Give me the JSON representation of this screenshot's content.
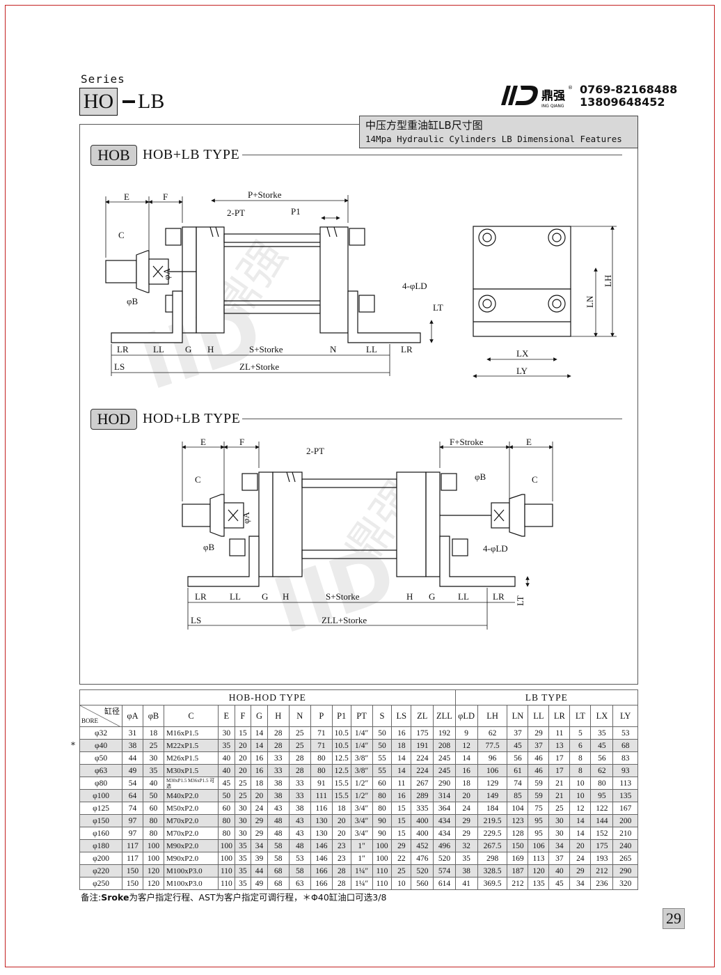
{
  "header": {
    "series_label": "Series",
    "series_box": "HO",
    "series_suffix": "LB",
    "logo_text": "鼎强",
    "logo_sub": "ING QIANG",
    "phone1": "0769-82168488",
    "phone2": "13809648452"
  },
  "title": {
    "zh": "中压方型重油缸LB尺寸图",
    "en": "14Mpa Hydraulic Cylinders LB Dimensional Features"
  },
  "hob": {
    "tag": "HOB",
    "type": "HOB+LB TYPE",
    "labels": [
      "E",
      "F",
      "P+Storke",
      "2-PT",
      "P1",
      "C",
      "φA",
      "φB",
      "4-φLD",
      "LT",
      "LR",
      "LL",
      "G",
      "H",
      "S+Storke",
      "N",
      "LL",
      "LR",
      "LS",
      "ZL+Storke",
      "LH",
      "LN",
      "LX",
      "LY"
    ]
  },
  "hod": {
    "tag": "HOD",
    "type": "HOD+LB TYPE",
    "labels": [
      "E",
      "F",
      "2-PT",
      "F+Stroke",
      "E",
      "C",
      "φA",
      "φB",
      "φB",
      "C",
      "4-φLD",
      "LR",
      "LL",
      "G",
      "H",
      "S+Storke",
      "H",
      "G",
      "LL",
      "LR",
      "LT",
      "LS",
      "ZLL+Storke"
    ]
  },
  "table": {
    "group_left": "HOB-HOD  TYPE",
    "group_right": "LB   TYPE",
    "corner_top": "缸径",
    "corner_bottom": "BORE",
    "columns": [
      "φA",
      "φB",
      "C",
      "E",
      "F",
      "G",
      "H",
      "N",
      "P",
      "P1",
      "PT",
      "S",
      "LS",
      "ZL",
      "ZLL",
      "φLD",
      "LH",
      "LN",
      "LL",
      "LR",
      "LT",
      "LX",
      "LY"
    ],
    "rows": [
      [
        "φ32",
        "31",
        "18",
        "M16xP1.5",
        "30",
        "15",
        "14",
        "28",
        "25",
        "71",
        "10.5",
        "1/4″",
        "50",
        "16",
        "175",
        "192",
        "9",
        "62",
        "37",
        "29",
        "11",
        "5",
        "35",
        "53"
      ],
      [
        "φ40",
        "38",
        "25",
        "M22xP1.5",
        "35",
        "20",
        "14",
        "28",
        "25",
        "71",
        "10.5",
        "1/4″",
        "50",
        "18",
        "191",
        "208",
        "12",
        "77.5",
        "45",
        "37",
        "13",
        "6",
        "45",
        "68"
      ],
      [
        "φ50",
        "44",
        "30",
        "M26xP1.5",
        "40",
        "20",
        "16",
        "33",
        "28",
        "80",
        "12.5",
        "3/8″",
        "55",
        "14",
        "224",
        "245",
        "14",
        "96",
        "56",
        "46",
        "17",
        "8",
        "56",
        "83"
      ],
      [
        "φ63",
        "49",
        "35",
        "M30xP1.5",
        "40",
        "20",
        "16",
        "33",
        "28",
        "80",
        "12.5",
        "3/8″",
        "55",
        "14",
        "224",
        "245",
        "16",
        "106",
        "61",
        "46",
        "17",
        "8",
        "62",
        "93"
      ],
      [
        "φ80",
        "54",
        "40",
        "M30xP1.5 M36xP1.5 可选",
        "45",
        "25",
        "18",
        "38",
        "33",
        "91",
        "15.5",
        "1/2″",
        "60",
        "11",
        "267",
        "290",
        "18",
        "129",
        "74",
        "59",
        "21",
        "10",
        "80",
        "113"
      ],
      [
        "φ100",
        "64",
        "50",
        "M40xP2.0",
        "50",
        "25",
        "20",
        "38",
        "33",
        "111",
        "15.5",
        "1/2″",
        "80",
        "16",
        "289",
        "314",
        "20",
        "149",
        "85",
        "59",
        "21",
        "10",
        "95",
        "135"
      ],
      [
        "φ125",
        "74",
        "60",
        "M50xP2.0",
        "60",
        "30",
        "24",
        "43",
        "38",
        "116",
        "18",
        "3/4″",
        "80",
        "15",
        "335",
        "364",
        "24",
        "184",
        "104",
        "75",
        "25",
        "12",
        "122",
        "167"
      ],
      [
        "φ150",
        "97",
        "80",
        "M70xP2.0",
        "80",
        "30",
        "29",
        "48",
        "43",
        "130",
        "20",
        "3/4″",
        "90",
        "15",
        "400",
        "434",
        "29",
        "219.5",
        "123",
        "95",
        "30",
        "14",
        "144",
        "200"
      ],
      [
        "φ160",
        "97",
        "80",
        "M70xP2.0",
        "80",
        "30",
        "29",
        "48",
        "43",
        "130",
        "20",
        "3/4″",
        "90",
        "15",
        "400",
        "434",
        "29",
        "229.5",
        "128",
        "95",
        "30",
        "14",
        "152",
        "210"
      ],
      [
        "φ180",
        "117",
        "100",
        "M90xP2.0",
        "100",
        "35",
        "34",
        "58",
        "48",
        "146",
        "23",
        "1″",
        "100",
        "29",
        "452",
        "496",
        "32",
        "267.5",
        "150",
        "106",
        "34",
        "20",
        "175",
        "240"
      ],
      [
        "φ200",
        "117",
        "100",
        "M90xP2.0",
        "100",
        "35",
        "39",
        "58",
        "53",
        "146",
        "23",
        "1″",
        "100",
        "22",
        "476",
        "520",
        "35",
        "298",
        "169",
        "113",
        "37",
        "24",
        "193",
        "265"
      ],
      [
        "φ220",
        "150",
        "120",
        "M100xP3.0",
        "110",
        "35",
        "44",
        "68",
        "58",
        "166",
        "28",
        "1¼″",
        "110",
        "25",
        "520",
        "574",
        "38",
        "328.5",
        "187",
        "120",
        "40",
        "29",
        "212",
        "290"
      ],
      [
        "φ250",
        "150",
        "120",
        "M100xP3.0",
        "110",
        "35",
        "49",
        "68",
        "63",
        "166",
        "28",
        "1¼″",
        "110",
        "10",
        "560",
        "614",
        "41",
        "369.5",
        "212",
        "135",
        "45",
        "34",
        "236",
        "320"
      ]
    ]
  },
  "footer": {
    "star": "*",
    "note_prefix": "备注:",
    "note_bold": "Sroke",
    "note_rest": "为客户指定行程、AST为客户指定可调行程，＊Φ40缸油口可选3/8",
    "page": "29"
  }
}
